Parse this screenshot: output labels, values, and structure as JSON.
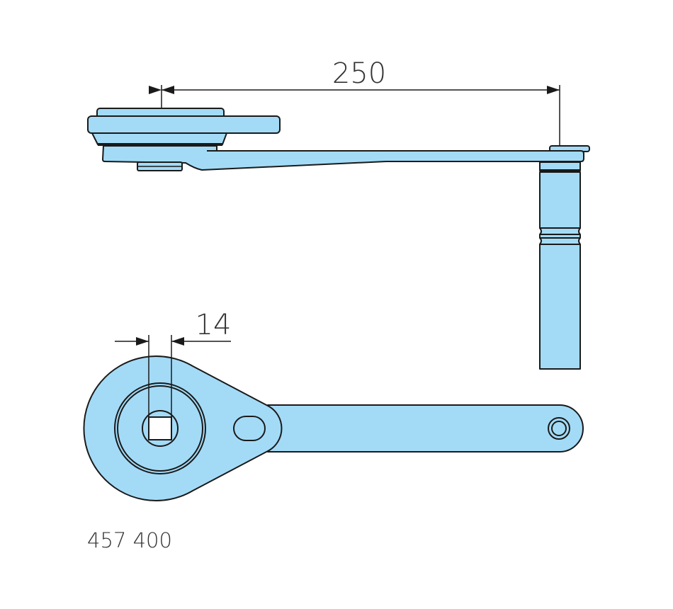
{
  "dimensions": {
    "length": "250",
    "square_drive": "14"
  },
  "part_number": "457 400",
  "colors": {
    "fill": "#a3dbf7",
    "stroke": "#1a1a1a"
  }
}
